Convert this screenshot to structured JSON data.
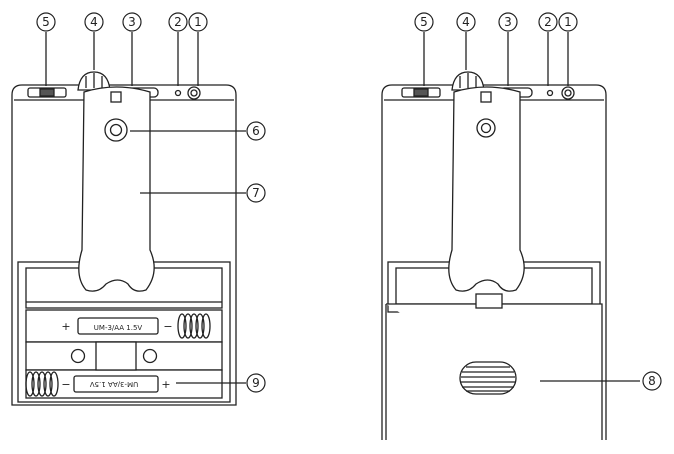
{
  "callouts": {
    "c1": "1",
    "c2": "2",
    "c3": "3",
    "c4": "4",
    "c5": "5",
    "c6": "6",
    "c7": "7",
    "c8": "8",
    "c9": "9"
  },
  "battery_labels": {
    "top": "UM-3/AA 1.5V",
    "bottom": "UM-3/AA 1.5V"
  },
  "polarity": {
    "plus": "+",
    "minus": "−"
  }
}
